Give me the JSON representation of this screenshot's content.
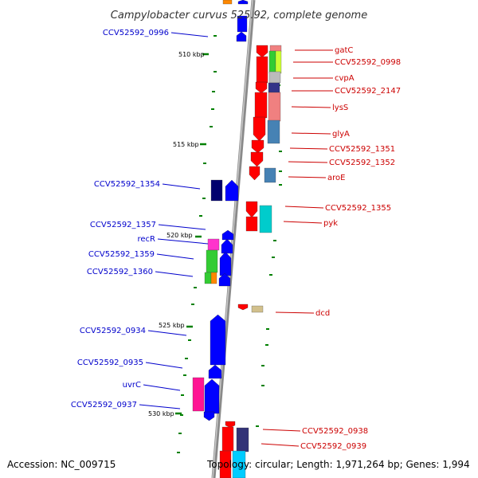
{
  "title": "Campylobacter curvus 525.92, complete genome",
  "footer": {
    "accession": "Accession: NC_009715",
    "topology": "Topology: circular; Length: 1,971,264 bp; Genes: 1,994"
  },
  "colors": {
    "backbone": "#909090",
    "forward_label": "#0000cc",
    "reverse_label": "#cc0000",
    "tick": "#008000"
  },
  "kbp_labels": [
    "510 kbp",
    "515 kbp",
    "520 kbp",
    "525 kbp",
    "530 kbp"
  ],
  "left_labels": [
    "CCV52592_0996",
    "CCV52592_1354",
    "CCV52592_1357",
    "recR",
    "CCV52592_1359",
    "CCV52592_1360",
    "CCV52592_0934",
    "CCV52592_0935",
    "uvrC",
    "CCV52592_0937"
  ],
  "right_labels": [
    "gatC",
    "CCV52592_0998",
    "cvpA",
    "CCV52592_2147",
    "lysS",
    "glyA",
    "CCV52592_1351",
    "CCV52592_1352",
    "aroE",
    "CCV52592_1355",
    "pyk",
    "dcd",
    "CCV52592_0938",
    "CCV52592_0939"
  ]
}
